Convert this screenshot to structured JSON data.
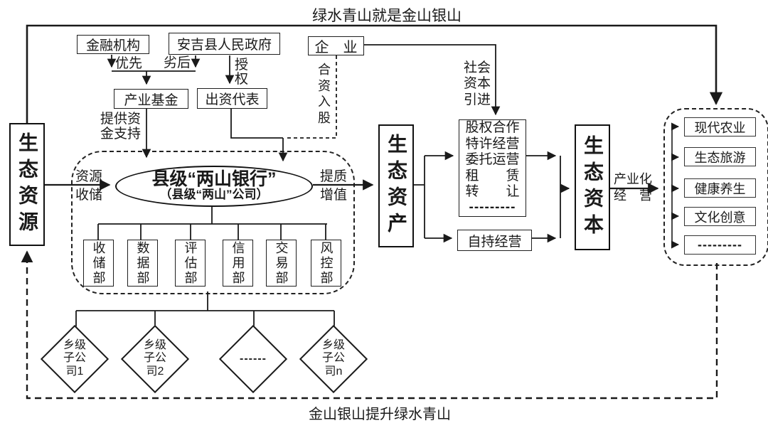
{
  "banners": {
    "top": "绿水青山就是金山银山",
    "bottom": "金山银山提升绿水青山"
  },
  "nodes": {
    "eco_resource": "生态资源",
    "eco_asset": "生态资产",
    "eco_capital": "生态资本",
    "financial_institution": "金融机构",
    "anji_government": "安吉县人民政府",
    "enterprise": "企　业",
    "industry_fund": "产业基金",
    "investment_rep": "出资代表",
    "bank_main": "县级“两山银行”",
    "bank_sub": "（县级“两山”公司）",
    "self_operation": "自持经营"
  },
  "operation_modes": [
    "股权合作",
    "特许经营",
    "委托运营",
    "租　　赁",
    "转　　让",
    "---------"
  ],
  "labels": {
    "priority": "优先",
    "subordinate": "劣后",
    "authorize": "授\n权",
    "provide_funding": "提供资\n金支持",
    "joint_investment": "合\n资\n入\n股",
    "social_capital": "社会\n资本\n引进",
    "resource_storage": "资源\n收储",
    "quality_increase": "提质\n增值",
    "industrial_operation": "产业化\n经　营"
  },
  "departments": [
    "收储部",
    "数据部",
    "评估部",
    "信用部",
    "交易部",
    "风控部"
  ],
  "industries": [
    "现代农业",
    "生态旅游",
    "健康养生",
    "文化创意",
    "---------"
  ],
  "subsidiaries": [
    "乡级\n子公\n司1",
    "乡级\n子公\n司2",
    "------",
    "乡级\n子公\n司n"
  ],
  "colors": {
    "line": "#1a1a1a",
    "background": "#ffffff",
    "text": "#1a1a1a"
  }
}
